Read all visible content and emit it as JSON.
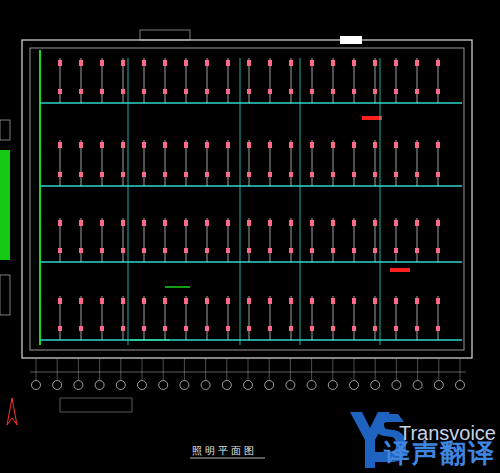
{
  "diagram": {
    "title": "照明平面图",
    "labels": [
      "Transvoice",
      "译声翻译"
    ]
  }
}
